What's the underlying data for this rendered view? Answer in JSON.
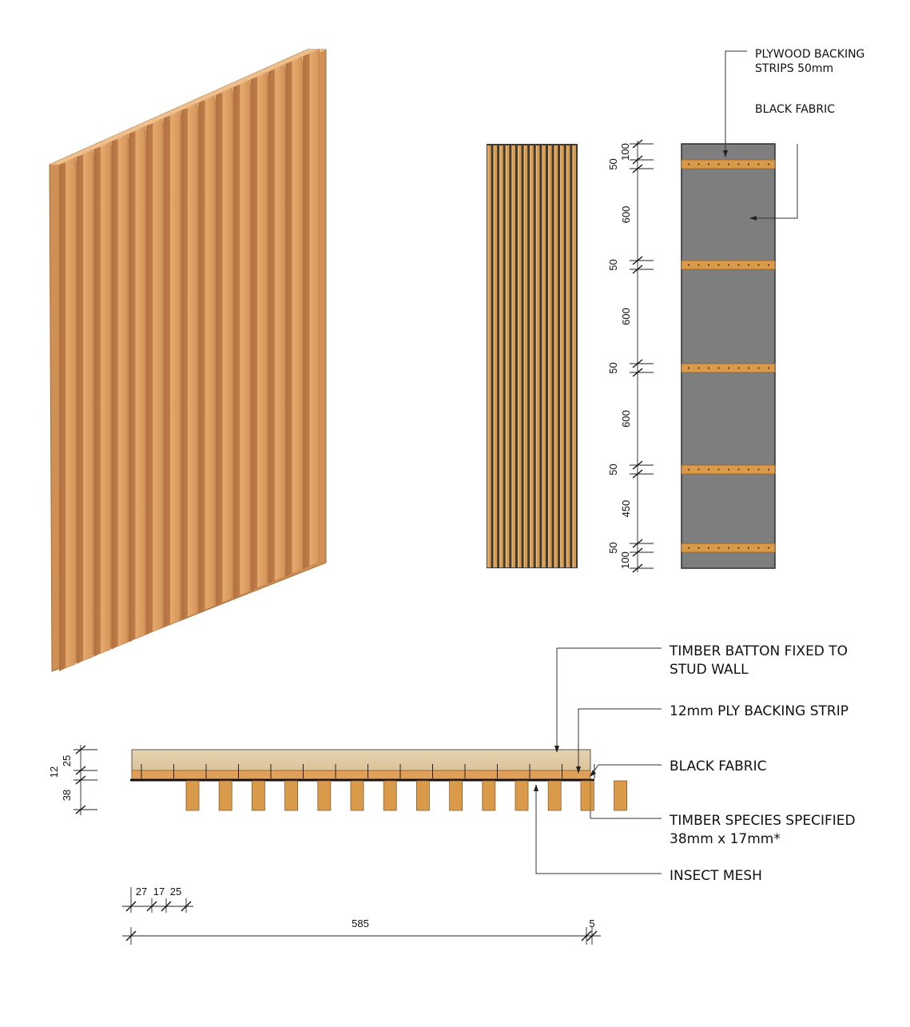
{
  "colors": {
    "timber_light": "#e4a86e",
    "timber_mid": "#cc8a52",
    "timber_dark": "#a9693a",
    "fabric": "#7e7e7e",
    "fabric_edge": "#2e2e2e",
    "ply": "#e0c9a3",
    "strip": "#d99a4a"
  },
  "icons": {
    "arrow": "arrowhead-icon",
    "dim_tick": "dimension-tick-icon"
  },
  "elevation_labels": {
    "plywood_strips_line1": "PLYWOOD BACKING",
    "plywood_strips_line2": "STRIPS 50mm",
    "black_fabric": "BLACK FABRIC"
  },
  "vertical_dims": [
    "100",
    "50",
    "600",
    "50",
    "600",
    "50",
    "600",
    "50",
    "450",
    "50",
    "100"
  ],
  "section_labels": {
    "timber_batton_line1": "TIMBER BATTON FIXED TO",
    "timber_batton_line2": "STUD WALL",
    "ply_strip": "12mm PLY BACKING STRIP",
    "black_fabric": "BLACK FABRIC",
    "species_line1": "TIMBER SPECIES SPECIFIED",
    "species_line2": "38mm x 17mm*",
    "insect_mesh": "INSECT MESH"
  },
  "section_dims": {
    "left": [
      "25",
      "12",
      "38"
    ],
    "spacing": [
      "27",
      "17",
      "25"
    ],
    "overall": "585",
    "end": "5"
  }
}
